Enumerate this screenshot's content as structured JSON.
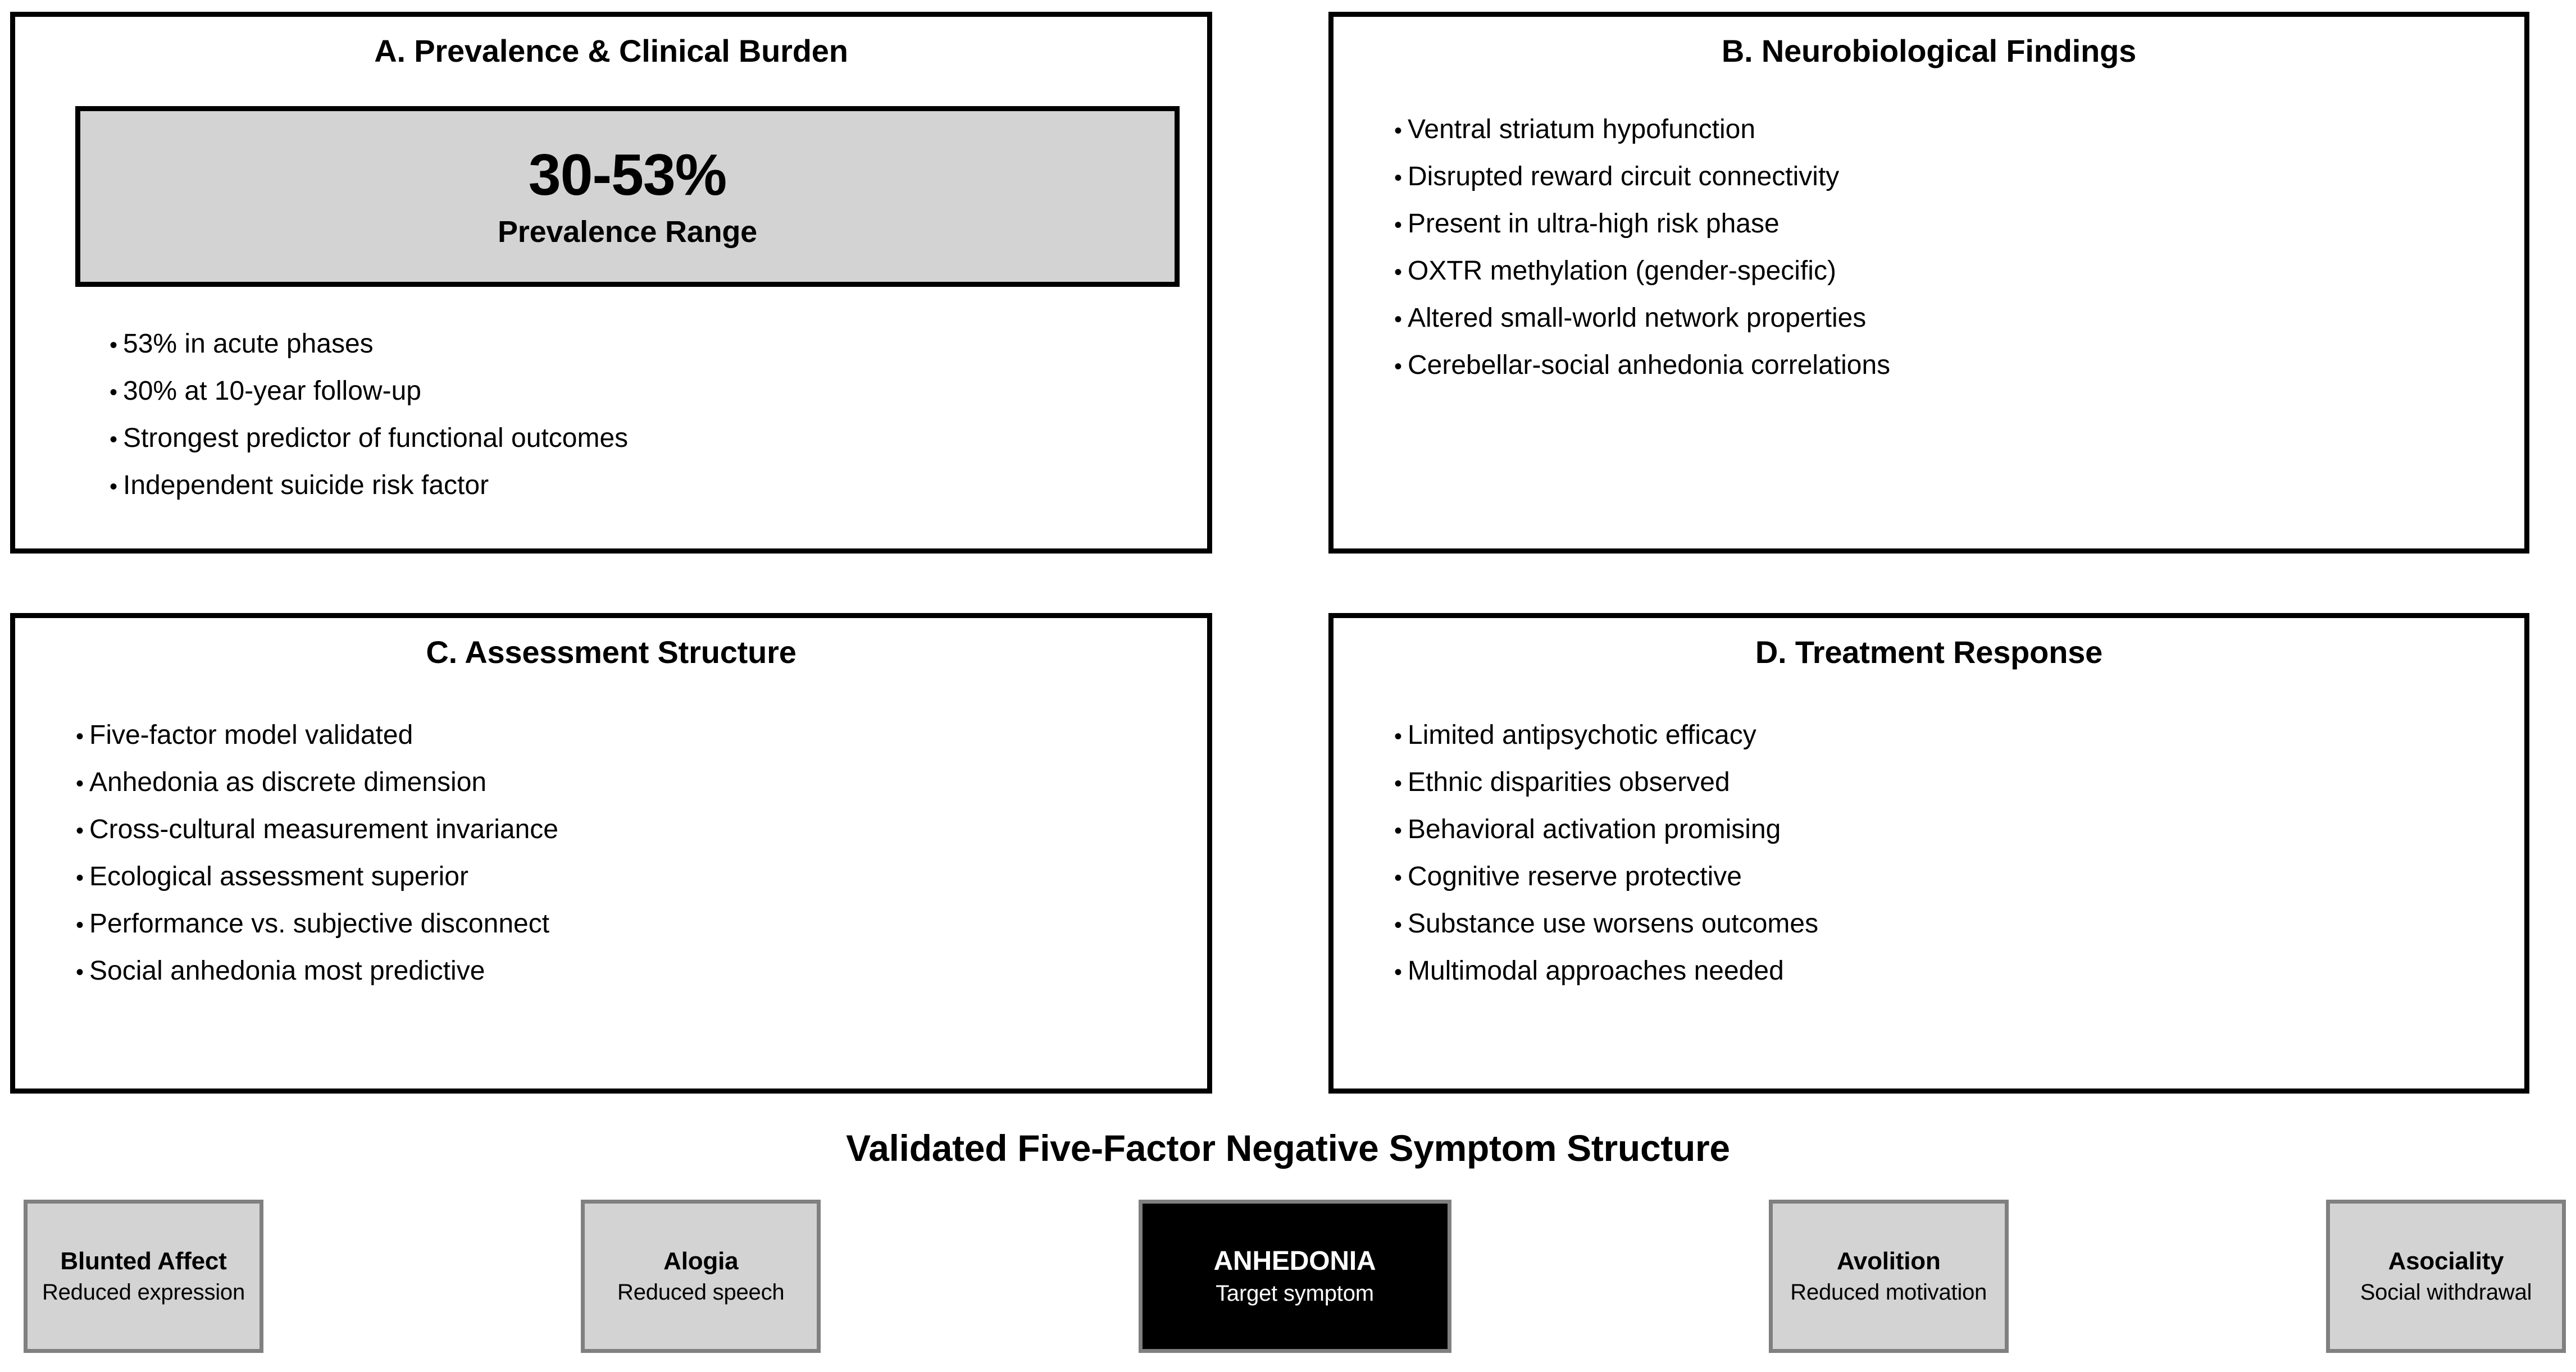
{
  "panels": [
    {
      "id": "A",
      "title": "A. Prevalence & Clinical Burden",
      "stat": {
        "value": "30-53%",
        "label": "Prevalence Range"
      },
      "bullets": [
        "53% in acute phases",
        "30% at 10-year follow-up",
        "Strongest predictor of functional outcomes",
        "Independent suicide risk factor"
      ]
    },
    {
      "id": "B",
      "title": "B. Neurobiological Findings",
      "bullets": [
        "Ventral striatum hypofunction",
        "Disrupted reward circuit connectivity",
        "Present in ultra-high risk phase",
        "OXTR methylation (gender-specific)",
        "Altered small-world network properties",
        "Cerebellar-social anhedonia correlations"
      ]
    },
    {
      "id": "C",
      "title": "C. Assessment Structure",
      "bullets": [
        "Five-factor model validated",
        "Anhedonia as discrete dimension",
        "Cross-cultural measurement invariance",
        "Ecological assessment superior",
        "Performance vs. subjective disconnect",
        "Social anhedonia most predictive"
      ]
    },
    {
      "id": "D",
      "title": "D. Treatment Response",
      "bullets": [
        "Limited antipsychotic efficacy",
        "Ethnic disparities observed",
        "Behavioral activation promising",
        "Cognitive reserve protective",
        "Substance use worsens outcomes",
        "Multimodal approaches needed"
      ]
    }
  ],
  "bottom": {
    "title": "Validated Five-Factor Negative Symptom Structure",
    "factors": [
      {
        "name": "Blunted Affect",
        "desc": "Reduced expression",
        "highlight": false
      },
      {
        "name": "Alogia",
        "desc": "Reduced speech",
        "highlight": false
      },
      {
        "name": "ANHEDONIA",
        "desc": "Target symptom",
        "highlight": true
      },
      {
        "name": "Avolition",
        "desc": "Reduced motivation",
        "highlight": false
      },
      {
        "name": "Asociality",
        "desc": "Social withdrawal",
        "highlight": false
      }
    ]
  },
  "bullet_marker": "•",
  "colors": {
    "panel_border": "#000000",
    "stat_box_fill": "#d3d3d3",
    "factor_box_fill": "#d3d3d3",
    "factor_box_border": "#808080",
    "highlight_fill": "#000000",
    "highlight_text": "#ffffff",
    "background": "#ffffff",
    "text": "#000000"
  }
}
